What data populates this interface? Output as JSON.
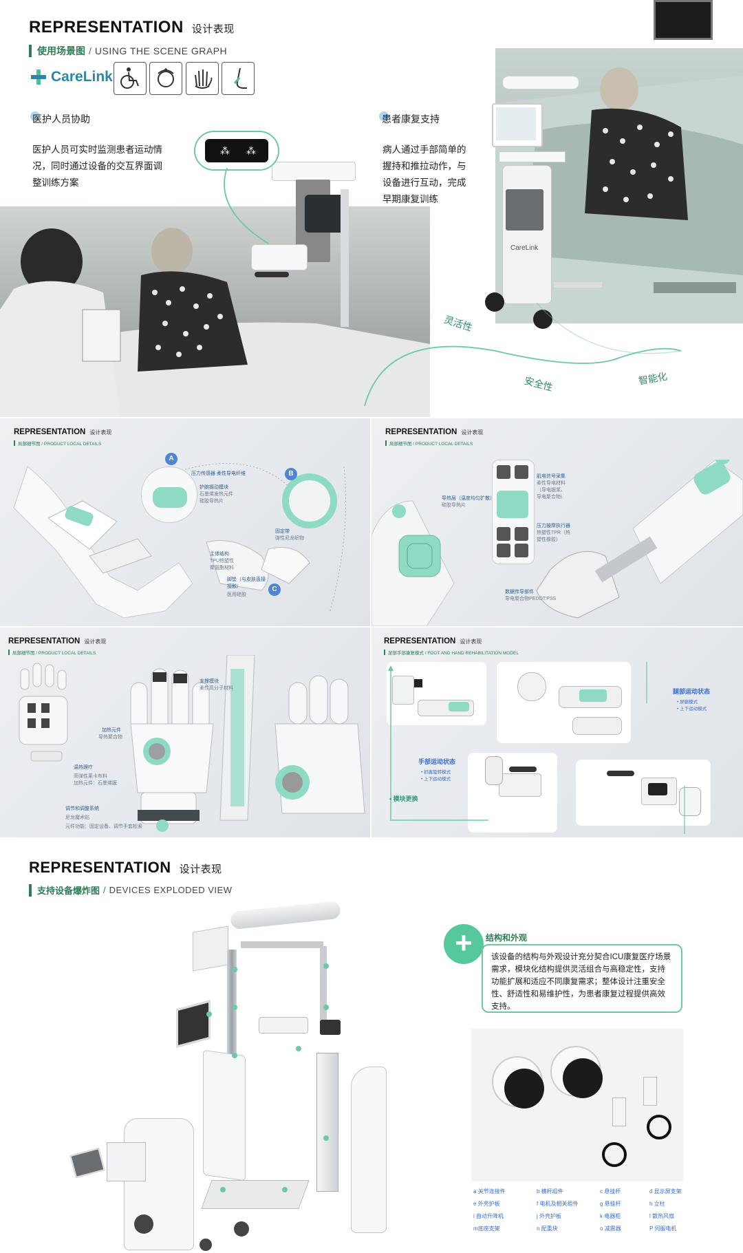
{
  "section1": {
    "title": "REPRESENTATION",
    "title_cn": "设计表现",
    "subtitle_cn": "使用场景图",
    "subtitle_sep": "/",
    "subtitle_en": "USING THE SCENE GRAPH",
    "logo_text": "CareLink",
    "icons": [
      "wheelchair-icon",
      "nurse-icon",
      "hand-icon",
      "leg-icon"
    ],
    "left_label": "医护人员协助",
    "left_desc_lines": [
      "医护人员可实时监测患者运动情",
      "况，同时通过设备的交互界面调",
      "整训练方案"
    ],
    "right_label": "患者康复支持",
    "right_desc_lines": [
      "病人通过手部简单的",
      "握持和推拉动作，与",
      "设备进行互动，完成",
      "早期康复训练"
    ],
    "curve_words": [
      "灵活性",
      "安全性",
      "智能化"
    ],
    "device_brand": "CareLink"
  },
  "panel_a": {
    "title": "REPRESENTATION",
    "title_cn": "设计表现",
    "sub": "局部细节图 / PRODUCT LOCAL DETAILS",
    "badges": [
      "A",
      "B",
      "C"
    ],
    "annotations": [
      "压力传感器  柔性导电纤维",
      "护腕振动模块",
      "石墨烯发热元件",
      "硅胶导热片",
      "固定带",
      "弹性尼龙织物",
      "主体结构",
      "TPU热塑性",
      "聚氨酯材料",
      "脚垫（与皮肤直接接触）",
      "医用硅胶"
    ]
  },
  "panel_b": {
    "title": "REPRESENTATION",
    "title_cn": "设计表现",
    "sub": "局部细节图 / PRODUCT LOCAL DETAILS",
    "annotations": [
      "导热层（温度均匀扩散）",
      "硅胶导热片",
      "肌电信号采集",
      "柔性导电材料",
      "（导电银浆、",
      "导电聚合物）",
      "压力按摩执行器",
      "热塑性TPR（热",
      "塑性橡胶）",
      "数据传导部件",
      "导电聚合物PEDOT:PSS"
    ]
  },
  "panel_c": {
    "title": "REPRESENTATION",
    "title_cn": "设计表现",
    "sub": "局部细节图 / PRODUCT LOCAL DETAILS",
    "annotations": [
      "支撑模块",
      "柔性高分子材料",
      "加热元件",
      "导热聚合物",
      "温热理疗",
      "高弹性莱卡布料",
      "加热元件：石墨烯膜",
      "调节和调整系统",
      "尼龙魔术贴",
      "元件功能：固定设备、调节手套松紧"
    ]
  },
  "panel_d": {
    "title": "REPRESENTATION",
    "title_cn": "设计表现",
    "sub": "足部手部康复模式 / FOOT AND HAND REHABILITATION MODEL",
    "foot_title": "腿部运动状态",
    "foot_items": [
      "• 屏腿模式",
      "• 上下运动模式"
    ],
    "hand_title": "手部运动状态",
    "hand_items": [
      "• 抓握旋转模式",
      "• 上下运动模式"
    ],
    "module_label": "• 模块更换"
  },
  "section3": {
    "title": "REPRESENTATION",
    "title_cn": "设计表现",
    "subtitle_cn": "支持设备爆炸图",
    "subtitle_sep": "/",
    "subtitle_en": "DEVICES EXPLODED VIEW",
    "box_title": "结构和外观",
    "box_text": "该设备的结构与外观设计充分契合ICU康复医疗场景需求，模块化结构提供灵活组合与高稳定性，支持功能扩展和适应不同康复需求；整体设计注重安全性、舒适性和易维护性，为患者康复过程提供高效支持。",
    "legend": [
      [
        "a 关节连接件",
        "b 横杆组件",
        "c 悬挂杆",
        "d 显示屏支架"
      ],
      [
        "e 外壳护板",
        "f 电机及相关组件",
        "g 悬挂杆",
        "h 立柱"
      ],
      [
        "i 自动升降机",
        "j 外壳护板",
        "k 电器柜",
        "l 散热风扇"
      ],
      [
        "m底座支架",
        "n 配重块",
        "o 减震器",
        "P 伺服电机"
      ]
    ]
  }
}
